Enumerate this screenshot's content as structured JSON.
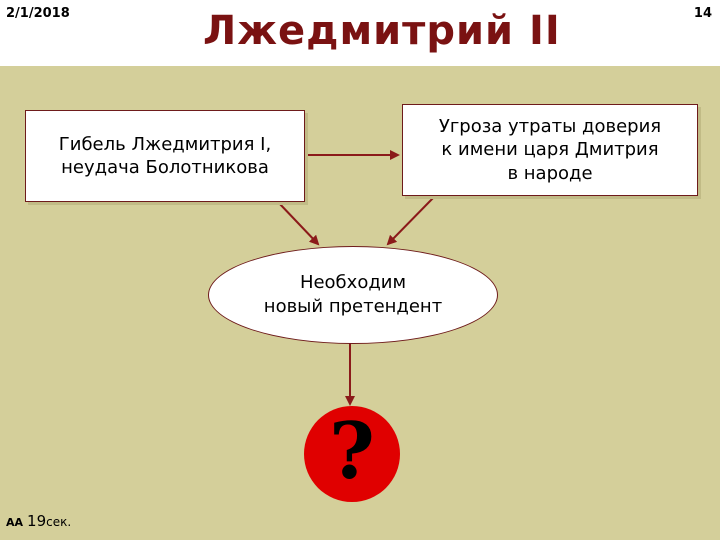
{
  "header": {
    "date": "2/1/2018",
    "title": "Лжедмитрий II",
    "slide_number": "14"
  },
  "diagram": {
    "left_box": [
      "Гибель Лжедмитрия I,",
      "неудача Болотникова"
    ],
    "right_box": [
      "Угроза утраты доверия",
      "к имени царя Дмитрия",
      "в народе"
    ],
    "center_ellipse": [
      "Необходим",
      "новый претендент"
    ],
    "question_mark": "?"
  },
  "footer": {
    "timer_icon": "AA",
    "timer_value": "19",
    "timer_unit": "сек."
  },
  "colors": {
    "background": "#d4cf9a",
    "title": "#7a1212",
    "arrow": "#8b1a1a",
    "question_circle": "#e00000"
  }
}
